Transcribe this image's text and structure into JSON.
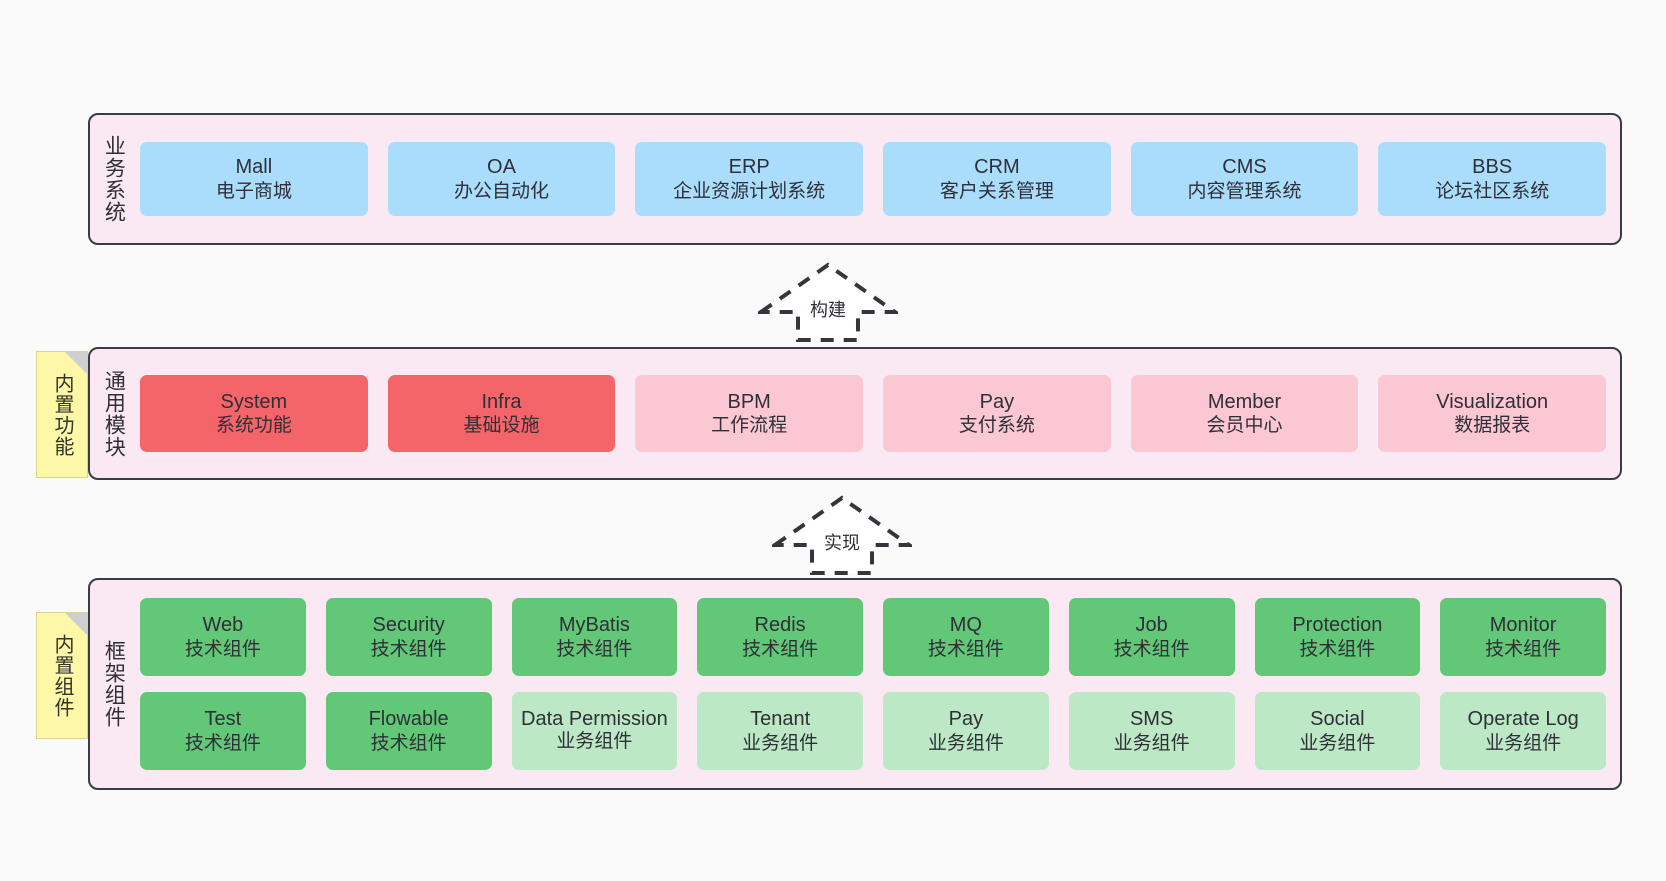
{
  "diagram": {
    "background_color": "#fafafa",
    "panel_color": "#fae8f3",
    "panel_border_color": "#3b3b44",
    "note_color": "#fdf8a8"
  },
  "layers": [
    {
      "id": "business-system",
      "title": "业务系统",
      "note": null,
      "rows": [
        {
          "boxes": [
            {
              "en": "Mall",
              "cn": "电子商城",
              "color": "#aadcfb",
              "style": "blue"
            },
            {
              "en": "OA",
              "cn": "办公自动化",
              "color": "#aadcfb",
              "style": "blue"
            },
            {
              "en": "ERP",
              "cn": "企业资源计划系统",
              "color": "#aadcfb",
              "style": "blue"
            },
            {
              "en": "CRM",
              "cn": "客户关系管理",
              "color": "#aadcfb",
              "style": "blue"
            },
            {
              "en": "CMS",
              "cn": "内容管理系统",
              "color": "#aadcfb",
              "style": "blue"
            },
            {
              "en": "BBS",
              "cn": "论坛社区系统",
              "color": "#aadcfb",
              "style": "blue"
            }
          ]
        }
      ]
    },
    {
      "id": "common-module",
      "title": "通用模块",
      "note": "内置功能",
      "rows": [
        {
          "boxes": [
            {
              "en": "System",
              "cn": "系统功能",
              "color": "#f4656a",
              "style": "red"
            },
            {
              "en": "Infra",
              "cn": "基础设施",
              "color": "#f4656a",
              "style": "red"
            },
            {
              "en": "BPM",
              "cn": "工作流程",
              "color": "#fbc7d2",
              "style": "pinklt"
            },
            {
              "en": "Pay",
              "cn": "支付系统",
              "color": "#fbc7d2",
              "style": "pinklt"
            },
            {
              "en": "Member",
              "cn": "会员中心",
              "color": "#fbc7d2",
              "style": "pinklt"
            },
            {
              "en": "Visualization",
              "cn": "数据报表",
              "color": "#fbc7d2",
              "style": "pinklt"
            }
          ]
        }
      ]
    },
    {
      "id": "framework-component",
      "title": "框架组件",
      "note": "内置组件",
      "rows": [
        {
          "boxes": [
            {
              "en": "Web",
              "cn": "技术组件",
              "color": "#62c878",
              "style": "green"
            },
            {
              "en": "Security",
              "cn": "技术组件",
              "color": "#62c878",
              "style": "green"
            },
            {
              "en": "MyBatis",
              "cn": "技术组件",
              "color": "#62c878",
              "style": "green"
            },
            {
              "en": "Redis",
              "cn": "技术组件",
              "color": "#62c878",
              "style": "green"
            },
            {
              "en": "MQ",
              "cn": "技术组件",
              "color": "#62c878",
              "style": "green"
            },
            {
              "en": "Job",
              "cn": "技术组件",
              "color": "#62c878",
              "style": "green"
            },
            {
              "en": "Protection",
              "cn": "技术组件",
              "color": "#62c878",
              "style": "green"
            },
            {
              "en": "Monitor",
              "cn": "技术组件",
              "color": "#62c878",
              "style": "green"
            }
          ]
        },
        {
          "boxes": [
            {
              "en": "Test",
              "cn": "技术组件",
              "color": "#62c878",
              "style": "green"
            },
            {
              "en": "Flowable",
              "cn": "技术组件",
              "color": "#62c878",
              "style": "green"
            },
            {
              "en": "Data Permission",
              "cn": "业务组件",
              "color": "#bce8c6",
              "style": "greenlt"
            },
            {
              "en": "Tenant",
              "cn": "业务组件",
              "color": "#bce8c6",
              "style": "greenlt"
            },
            {
              "en": "Pay",
              "cn": "业务组件",
              "color": "#bce8c6",
              "style": "greenlt"
            },
            {
              "en": "SMS",
              "cn": "业务组件",
              "color": "#bce8c6",
              "style": "greenlt"
            },
            {
              "en": "Social",
              "cn": "业务组件",
              "color": "#bce8c6",
              "style": "greenlt"
            },
            {
              "en": "Operate Log",
              "cn": "业务组件",
              "color": "#bce8c6",
              "style": "greenlt"
            }
          ]
        }
      ]
    }
  ],
  "arrows": [
    {
      "id": "build",
      "label": "构建",
      "direction": "up"
    },
    {
      "id": "implement",
      "label": "实现",
      "direction": "up"
    }
  ]
}
